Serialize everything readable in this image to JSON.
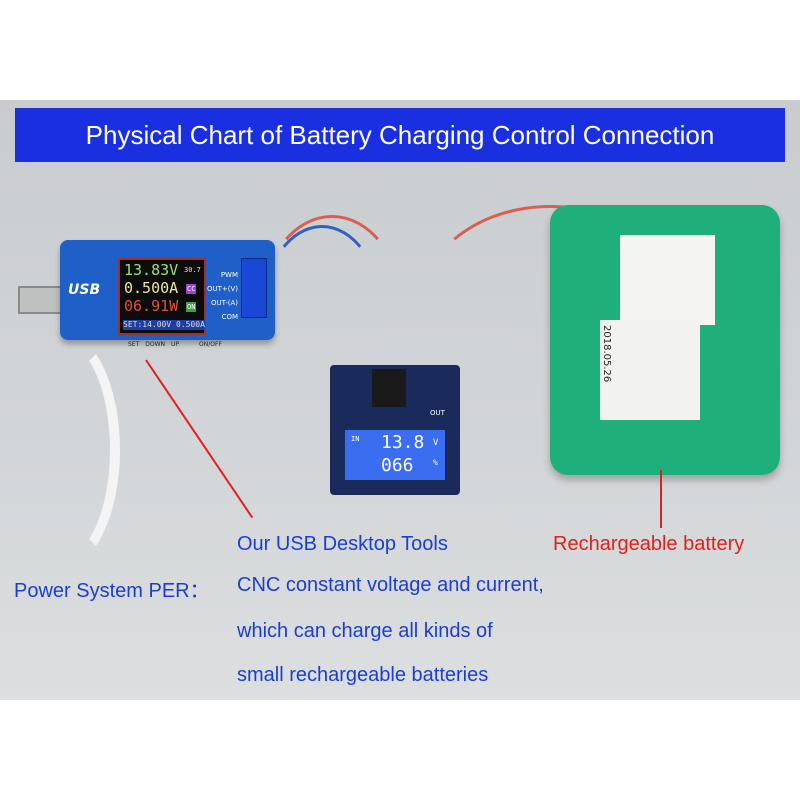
{
  "banner": {
    "title": "Physical Chart of Battery Charging Control Connection"
  },
  "usb_tool": {
    "logo": "USB",
    "voltage": "13.83V",
    "current": "0.500A",
    "power": "06.91W",
    "temp": "30.7",
    "mode": "CC",
    "state": "ON",
    "setpoint": "SET:14.00V 0.500A",
    "terminals": [
      "PWM",
      "OUT+(V)",
      "OUT-(A)",
      "COM"
    ],
    "buttons": [
      "SET",
      "DOWN",
      "UP",
      "ON/OFF"
    ]
  },
  "module": {
    "in_label": "IN",
    "voltage": "13.8",
    "volt_unit": "V",
    "percent": "066",
    "percent_unit": "%",
    "out_label": "OUT"
  },
  "battery": {
    "date": "2018.05.26"
  },
  "captions": {
    "usb_tool": "Our USB Desktop Tools",
    "battery": "Rechargeable battery",
    "power_system": "Power System PER：",
    "line1": "CNC constant voltage and current,",
    "line2": "which can charge all kinds of",
    "line3": "small rechargeable batteries"
  },
  "colors": {
    "banner": "#1a2fe0",
    "caption_blue": "#1a3fd0",
    "caption_red": "#e0201c"
  }
}
